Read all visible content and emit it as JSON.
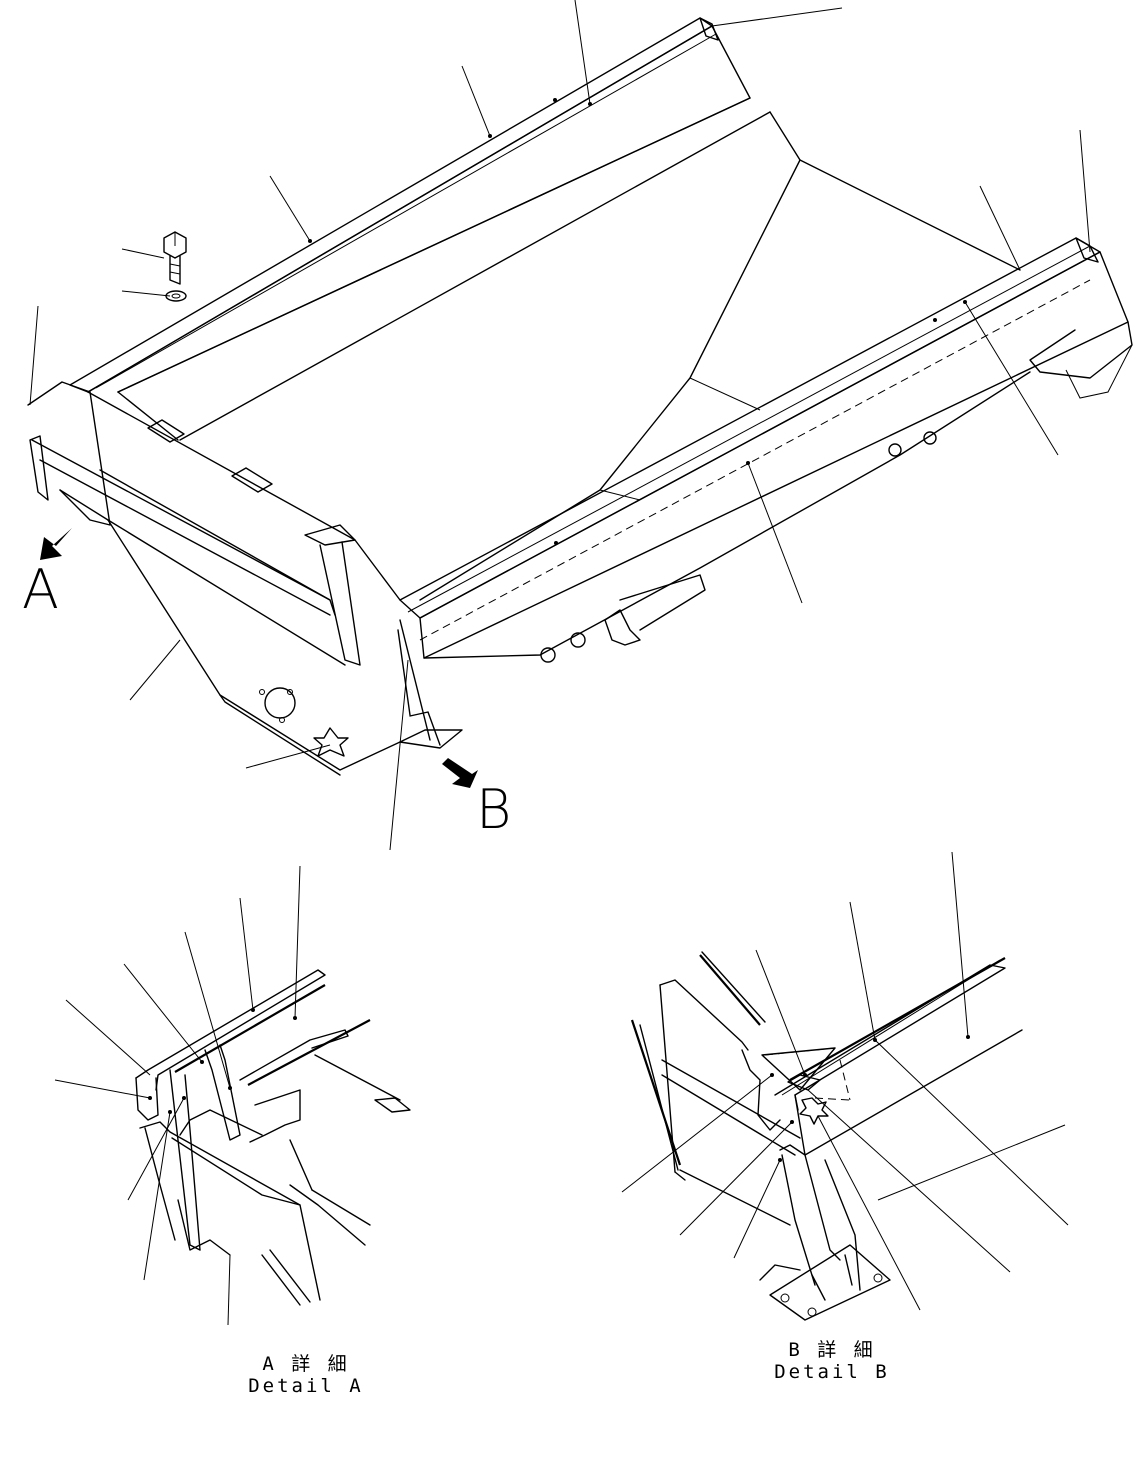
{
  "view_a": {
    "letter": "A"
  },
  "view_b": {
    "letter": "B"
  },
  "detail_a": {
    "caption_jp": "A 詳 細",
    "caption_en": "Detail A"
  },
  "detail_b": {
    "caption_jp": "B 詳 細",
    "caption_en": "Detail B"
  },
  "icons": {
    "arrow_a": "view-arrow-icon",
    "arrow_b": "view-arrow-icon",
    "bolt": "bolt-icon",
    "washer": "washer-icon"
  }
}
